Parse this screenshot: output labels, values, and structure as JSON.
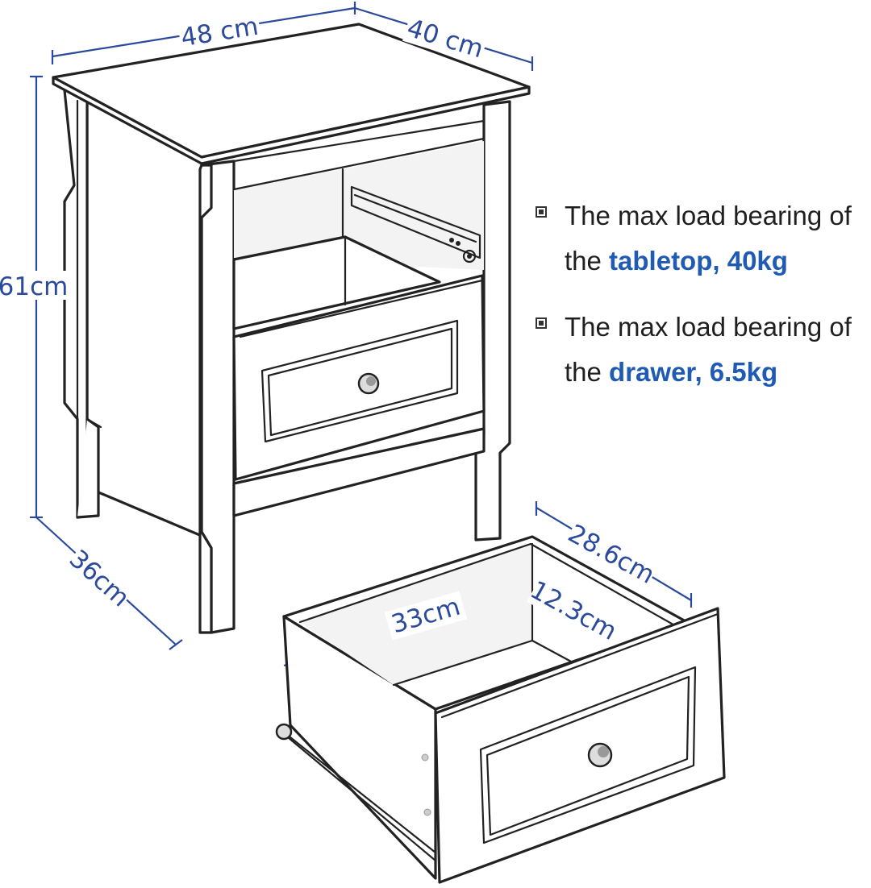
{
  "dimensions": {
    "width": "48 cm",
    "depth": "40 cm",
    "height": "61cm",
    "leg_depth": "36cm",
    "drawer_depth": "28.6cm",
    "drawer_height": "12.3cm",
    "drawer_width": "33cm"
  },
  "features": [
    {
      "line1": "The max load bearing of",
      "prefix": "the ",
      "highlight": "tabletop, 40kg"
    },
    {
      "line1": "The max load bearing of",
      "prefix": "the ",
      "highlight": "drawer, 6.5kg"
    }
  ],
  "colors": {
    "dimension": "#2b4a9b",
    "highlight": "#1f5bb4",
    "ink": "#222222"
  }
}
